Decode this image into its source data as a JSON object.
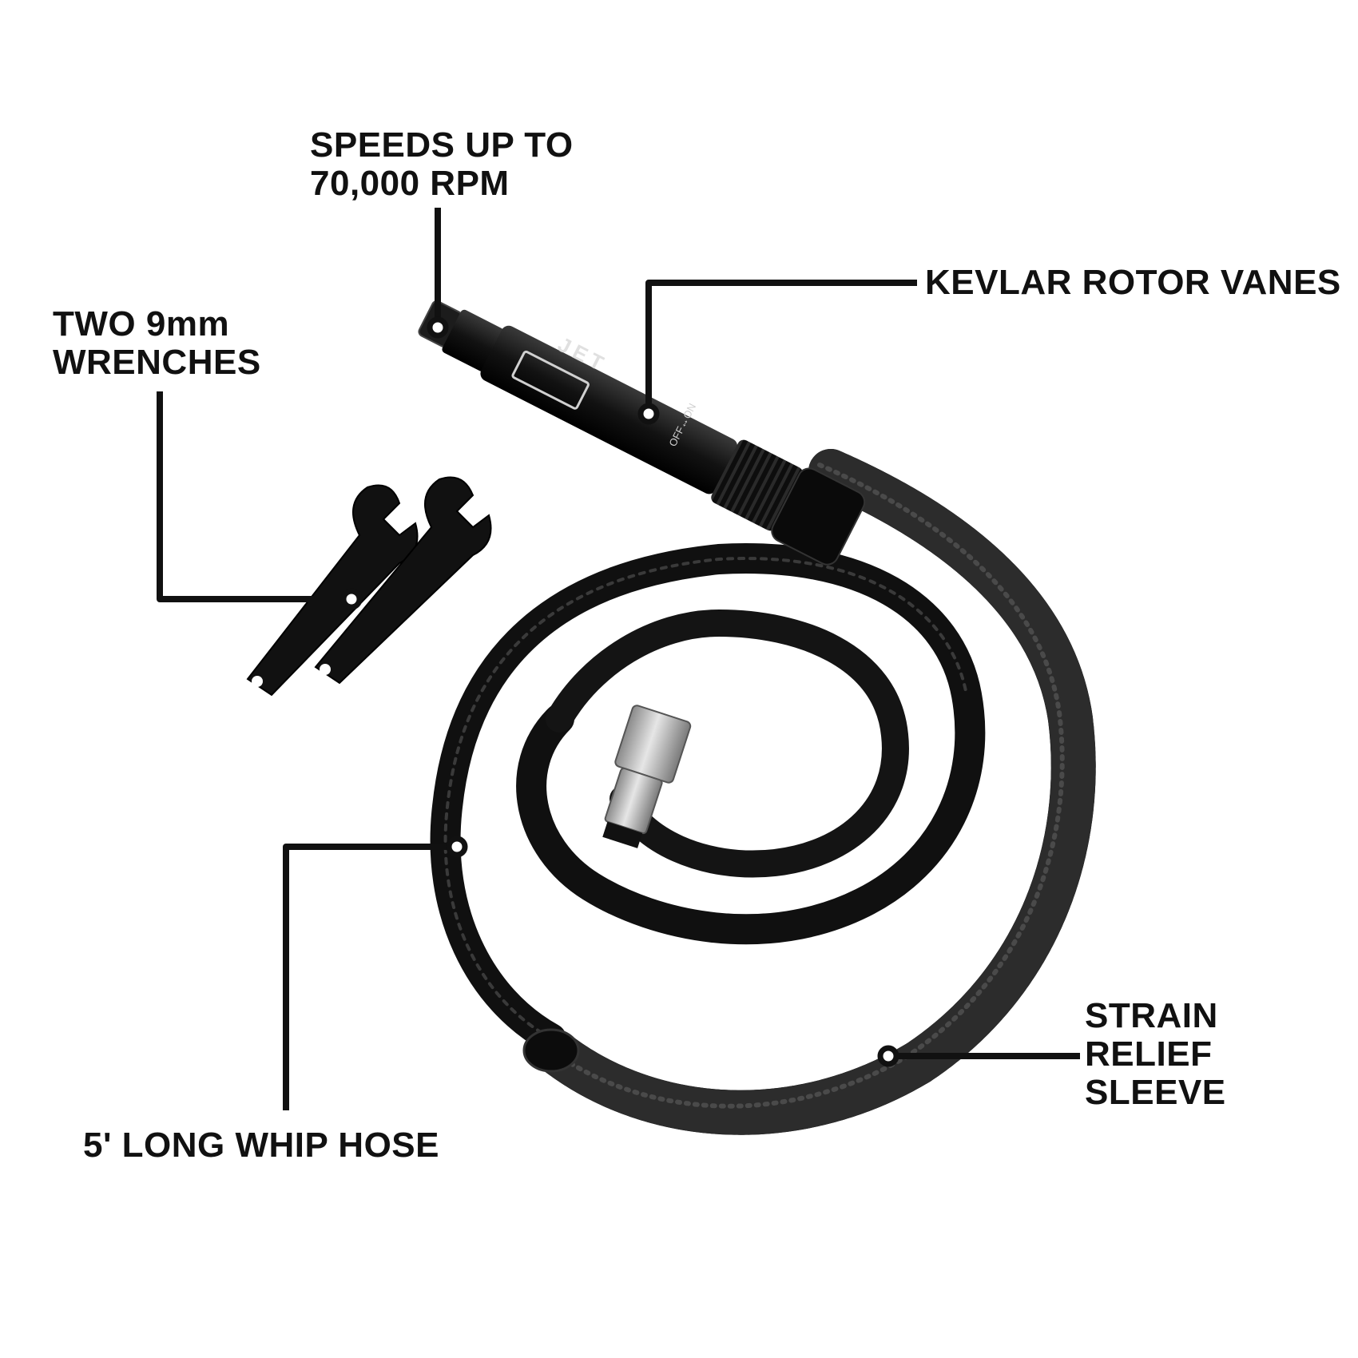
{
  "callouts": {
    "speed": {
      "line1": "SPEEDS UP TO",
      "line2": "70,000 RPM"
    },
    "kevlar": {
      "line1": "KEVLAR ROTOR VANES"
    },
    "wrenches": {
      "line1": "TWO 9mm",
      "line2": "WRENCHES"
    },
    "hose": {
      "line1": "5' LONG WHIP HOSE"
    },
    "strain": {
      "line1": "STRAIN",
      "line2": "RELIEF",
      "line3": "SLEEVE"
    }
  },
  "product": {
    "brand_logo": "JET",
    "switch_label": "OFF↔ON"
  },
  "colors": {
    "ink": "#111111",
    "tool_body": "#1a1a1a",
    "metal": "#b8b8b8",
    "background": "#ffffff"
  }
}
